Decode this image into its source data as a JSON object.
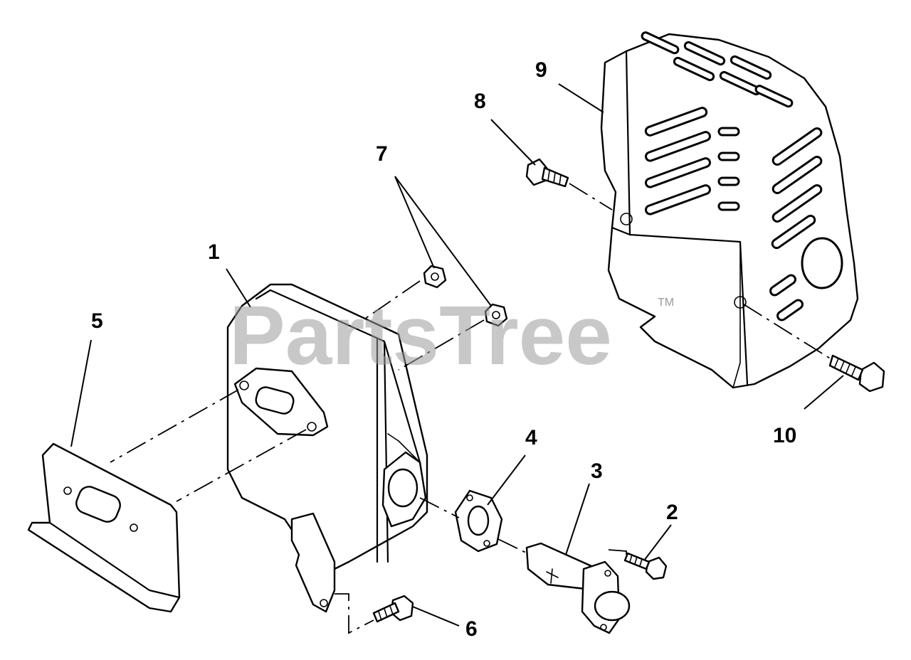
{
  "watermark": {
    "brand": "PartsTree",
    "trademark": "TM"
  },
  "callouts": [
    {
      "id": "callout-1",
      "label": "1"
    },
    {
      "id": "callout-2",
      "label": "2"
    },
    {
      "id": "callout-3",
      "label": "3"
    },
    {
      "id": "callout-4",
      "label": "4"
    },
    {
      "id": "callout-5",
      "label": "5"
    },
    {
      "id": "callout-6",
      "label": "6"
    },
    {
      "id": "callout-7",
      "label": "7"
    },
    {
      "id": "callout-8",
      "label": "8"
    },
    {
      "id": "callout-9",
      "label": "9"
    },
    {
      "id": "callout-10",
      "label": "10"
    }
  ]
}
